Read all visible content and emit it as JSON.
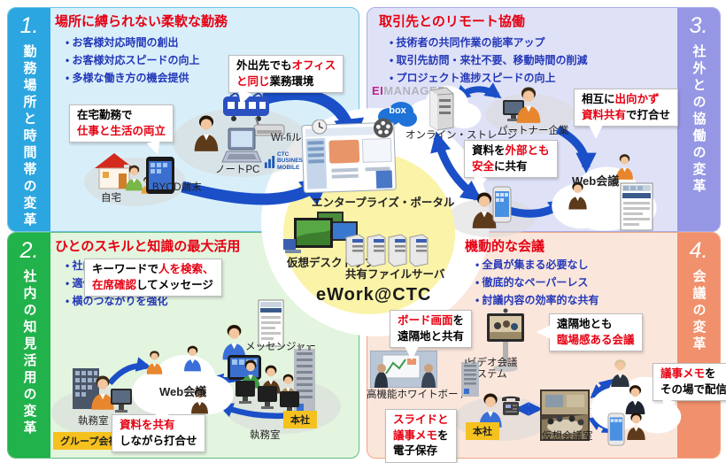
{
  "colors": {
    "accent_red": "#e60012",
    "bullet_blue": "#2438b8",
    "arrow_blue": "#1a4fc8",
    "quad1": "#2ca6e0",
    "quad2": "#21b24b",
    "quad3": "#9697e4",
    "quad4": "#f0906c",
    "tag_yellow": "#f5c11f",
    "hub_yellow": "#faf3a8"
  },
  "quadrants": {
    "tl": {
      "num": "1.",
      "side": "勤務場所と時間帯の変革",
      "title": "場所に縛られない柔軟な勤務",
      "bullets": [
        "お客様対応時間の創出",
        "お客様対応スピードの向上",
        "多様な働き方の機会提供"
      ],
      "labels": {
        "home": "自宅",
        "byod": "BYOD端末",
        "laptop": "ノートPC",
        "router": "Wi-fiルーター"
      }
    },
    "tr": {
      "num": "3.",
      "side": "社外との協働の変革",
      "title": "取引先とのリモート協働",
      "bullets": [
        "技術者の共同作業の能率アップ",
        "取引先訪問・来社不要、移動時間の削減",
        "プロジェクト進捗スピードの向上"
      ],
      "labels": {
        "storage": "オンライン・ストレージ",
        "partner": "パートナー企業",
        "web": "Web会議"
      }
    },
    "bl": {
      "num": "2.",
      "side": "社内の知見活用の変革",
      "title": "ひとのスキルと知識の最大活用",
      "bullets": [
        "社内に埋もれた知識の活用",
        "適任者探しの時間のムダを排除",
        "横のつながりを強化"
      ],
      "labels": {
        "messenger": "メッセンジャー",
        "web": "Web会議",
        "office_left": "執務室",
        "group_company": "グループ会社",
        "office_right": "執務室",
        "hq": "本社"
      }
    },
    "br": {
      "num": "4.",
      "side": "会議の変革",
      "title": "機動的な会議",
      "bullets": [
        "全員が集まる必要なし",
        "徹底的なペーパーレス",
        "討議内容の効率的な共有"
      ],
      "labels": {
        "whiteboard": "高機能ホワイトボード",
        "video_system": "ビデオ会議\nシステム",
        "hq": "本社",
        "virtual_room": "仮想会議室"
      }
    }
  },
  "center": {
    "portal": "エンタープライズ・ポータル",
    "vdi": "仮想デスクトップ",
    "fileserver": "共有ファイルサーバ",
    "brand": "eWork@CTC"
  },
  "logos": {
    "ctc_mobile": "CTC\nBUSINESS\nMOBILE",
    "eimanager_ei": "EI",
    "eimanager_rest": "MANAGER",
    "box": "box"
  },
  "bubbles": {
    "tl_mobile": {
      "p0": "外出先でも",
      "p1": "オフィス",
      "p2": "と同じ",
      "p3": "業務環境"
    },
    "tl_home": {
      "p0": "在宅勤務で",
      "p1": "仕事と生活の両立"
    },
    "tr_meet": {
      "p0": "相互に",
      "p1": "出向かず",
      "p2": "資料共有",
      "p3": "で打合せ"
    },
    "tr_share": {
      "p0": "資料を",
      "p1": "外部とも",
      "p2": "安全",
      "p3": "に共有"
    },
    "bl_search": {
      "p0": "キーワードで",
      "p1": "人を検索、",
      "p2": "在席確認",
      "p3": "してメッセージ"
    },
    "bl_share": {
      "p0": "資料を共有",
      "p1": "しながら打合せ"
    },
    "br_board": {
      "p0": "ボード画面",
      "p1": "を",
      "p2": "遠隔地と共有"
    },
    "br_live": {
      "p0": "遠隔地とも",
      "p1": "臨場感ある会議"
    },
    "br_save": {
      "p0": "スライドと",
      "p1": "議事メモ",
      "p2": "を",
      "p3": "電子保存"
    },
    "br_memo": {
      "p0": "議事メモ",
      "p1": "を",
      "p2": "その場で配信"
    }
  }
}
